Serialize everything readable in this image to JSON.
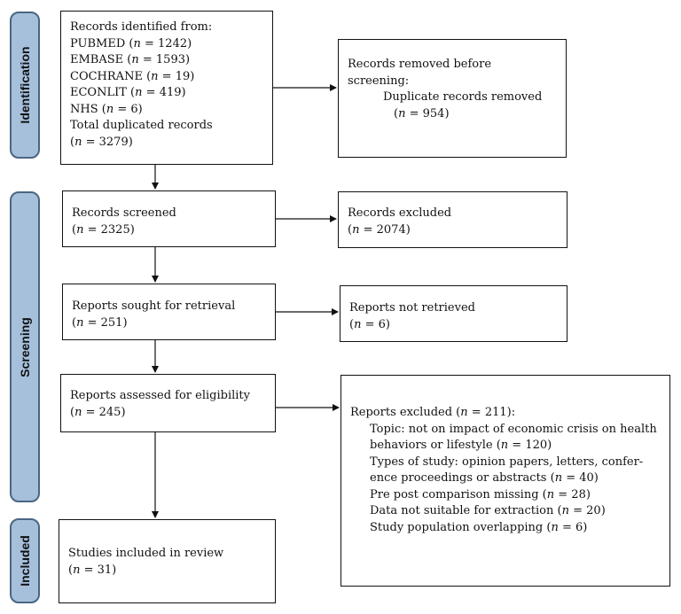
{
  "phases": {
    "identification": "Identification",
    "screening": "Screening",
    "included": "Included"
  },
  "identified": {
    "heading": "Records identified from:",
    "sources": [
      {
        "name": "PUBMED",
        "count": "1242"
      },
      {
        "name": "EMBASE",
        "count": "1593"
      },
      {
        "name": "COCHRANE",
        "count": "19"
      },
      {
        "name": "ECONLIT",
        "count": "419"
      },
      {
        "name": "NHS",
        "count": "6"
      }
    ],
    "total_label": "Total duplicated records",
    "total_count": "3279"
  },
  "removed": {
    "line1": "Records removed before",
    "line2": "screening:",
    "line3": "Duplicate records removed",
    "count": "954"
  },
  "screened": {
    "label": "Records screened",
    "count": "2325"
  },
  "excluded": {
    "label": "Records excluded",
    "count": "2074"
  },
  "sought": {
    "label": "Reports sought for retrieval",
    "count": "251"
  },
  "not_retrieved": {
    "label": "Reports not retrieved",
    "count": "6"
  },
  "assessed": {
    "label": "Reports assessed for eligibility",
    "count": "245"
  },
  "reports_excluded": {
    "label": "Reports excluded",
    "count": "211",
    "reasons": [
      {
        "lines": [
          "Topic: not on impact of economic crisis on health",
          "behaviors or lifestyle"
        ],
        "count": "120"
      },
      {
        "lines": [
          "Types of study: opinion papers, letters, confer-",
          "ence proceedings or abstracts"
        ],
        "count": "40"
      },
      {
        "lines": [
          "Pre post comparison missing"
        ],
        "count": "28"
      },
      {
        "lines": [
          "Data not suitable for extraction"
        ],
        "count": "20"
      },
      {
        "lines": [
          "Study population overlapping"
        ],
        "count": "6"
      }
    ]
  },
  "included": {
    "label": "Studies included in review",
    "count": "31"
  },
  "n_symbol": "n",
  "eq": " = ",
  "colors": {
    "phase_fill": "#a6c0dc",
    "phase_border": "#4a6683",
    "line": "#111111"
  }
}
